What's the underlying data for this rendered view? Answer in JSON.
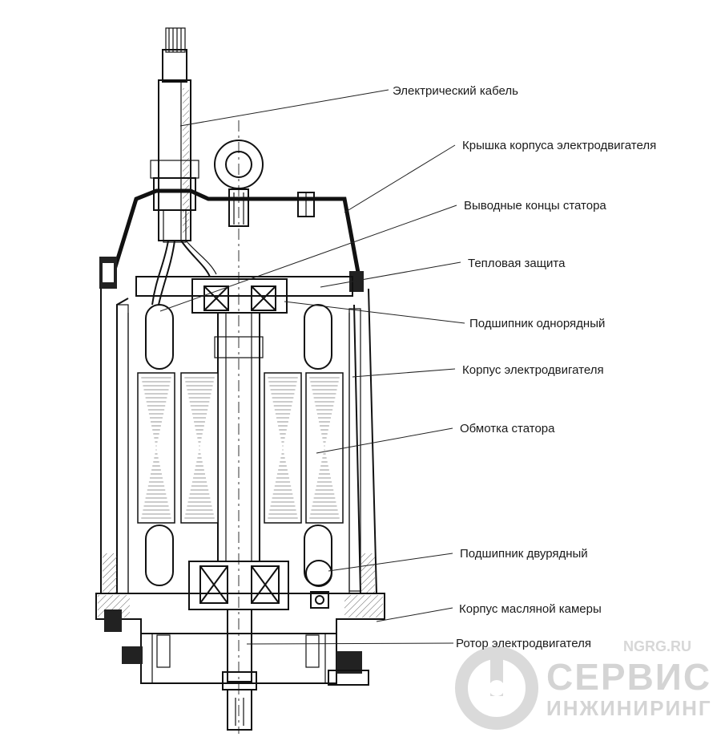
{
  "labels": {
    "cable": "Электрический кабель",
    "cover": "Крышка корпуса электродвигателя",
    "stator_leads": "Выводные концы статора",
    "thermal": "Тепловая защита",
    "bearing_single": "Подшипник однорядный",
    "motor_housing": "Корпус электродвигателя",
    "stator_winding": "Обмотка статора",
    "bearing_double": "Подшипник двурядный",
    "oil_chamber": "Корпус масляной камеры",
    "rotor": "Ротор электродвигателя"
  },
  "watermark": {
    "site": "NGRG.RU",
    "brand": "СЕРВИС",
    "sub": "ИНЖИНИРИНГ"
  }
}
